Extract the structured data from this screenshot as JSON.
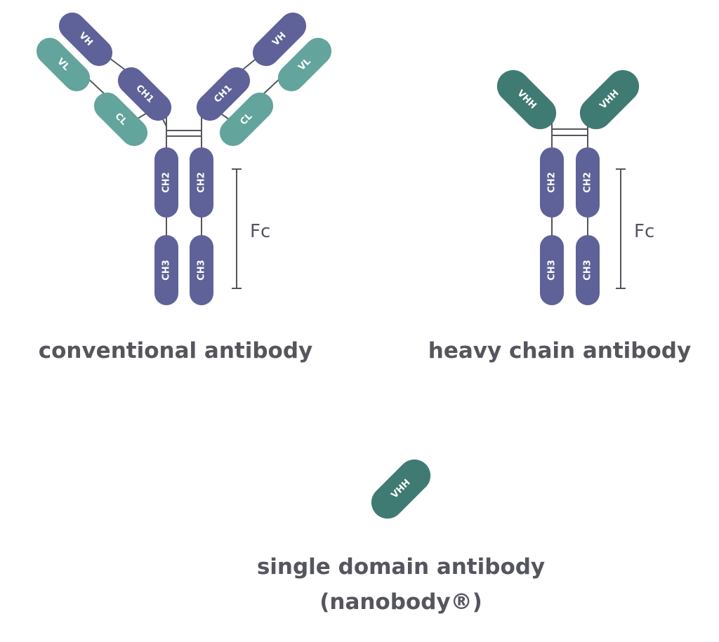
{
  "colors": {
    "heavy": "#5f6298",
    "light": "#63a49c",
    "vhh": "#3f7b72",
    "line": "#54555e",
    "text": "#54555e"
  },
  "conventional": {
    "caption": "conventional antibody",
    "fc_label": "Fc",
    "left_arm": {
      "vh": "VH",
      "ch1": "CH1",
      "vl": "VL",
      "cl": "CL"
    },
    "right_arm": {
      "vh": "VH",
      "ch1": "CH1",
      "vl": "VL",
      "cl": "CL"
    },
    "left_stem": {
      "ch2": "CH2",
      "ch3": "CH3"
    },
    "right_stem": {
      "ch2": "CH2",
      "ch3": "CH3"
    }
  },
  "heavy_chain": {
    "caption": "heavy chain antibody",
    "fc_label": "Fc",
    "left_vhh": "VHH",
    "right_vhh": "VHH",
    "left_stem": {
      "ch2": "CH2",
      "ch3": "CH3"
    },
    "right_stem": {
      "ch2": "CH2",
      "ch3": "CH3"
    }
  },
  "single_domain": {
    "caption_line1": "single domain antibody",
    "caption_line2": "(nanobody®)",
    "vhh": "VHH"
  }
}
